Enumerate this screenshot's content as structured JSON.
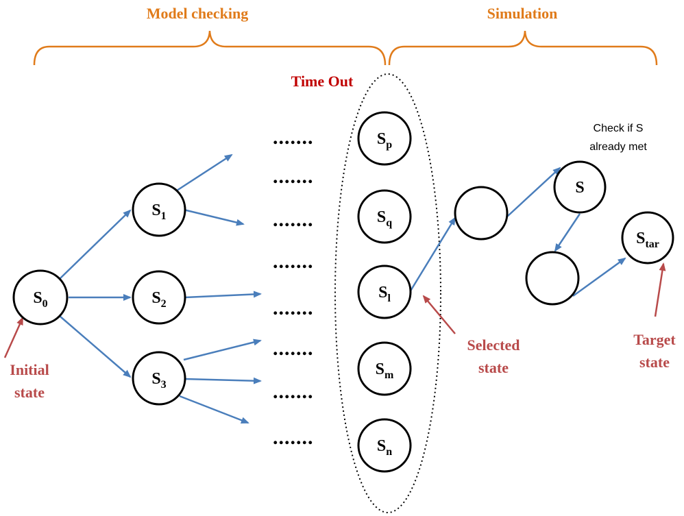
{
  "phases": {
    "model_checking": "Model checking",
    "simulation": "Simulation"
  },
  "time_out_label": "Time Out",
  "nodes": {
    "s0": {
      "base": "S",
      "sub": "0"
    },
    "s1": {
      "base": "S",
      "sub": "1"
    },
    "s2": {
      "base": "S",
      "sub": "2"
    },
    "s3": {
      "base": "S",
      "sub": "3"
    },
    "sp": {
      "base": "S",
      "sub": "p"
    },
    "sq": {
      "base": "S",
      "sub": "q"
    },
    "sl": {
      "base": "S",
      "sub": "l"
    },
    "sm": {
      "base": "S",
      "sub": "m"
    },
    "sn": {
      "base": "S",
      "sub": "n"
    },
    "s": {
      "base": "S",
      "sub": ""
    },
    "star": {
      "base": "S",
      "sub": "tar"
    }
  },
  "ellipsis": ".......",
  "check_note": {
    "line1": "Check if S",
    "line2": "already met"
  },
  "labels": {
    "initial_line1": "Initial",
    "initial_line2": "state",
    "selected_line1": "Selected",
    "selected_line2": "state",
    "target_line1": "Target",
    "target_line2": "state"
  },
  "colors": {
    "phase": "#e07b1a",
    "edge": "#4a7ebb",
    "annotation": "#b84a4a",
    "time_out": "#c00000"
  }
}
